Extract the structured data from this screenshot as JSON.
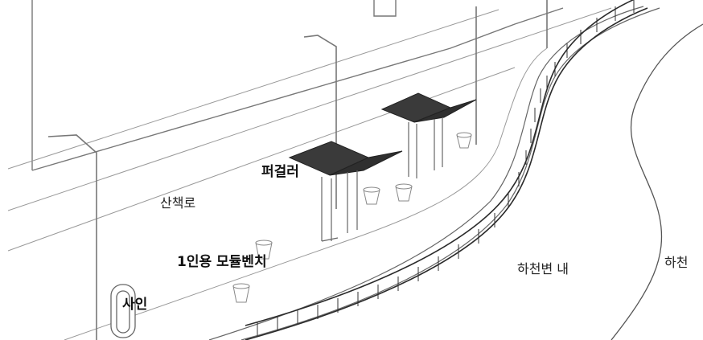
{
  "labels": {
    "pergola": "퍼걸러",
    "walking_path": "산책로",
    "single_bench": "1인용 모듈벤치",
    "sign": "사인",
    "riverside_inner": "하천변 내",
    "river": "하천"
  },
  "colors": {
    "line": "#555555",
    "light_line": "#9a9a9a",
    "canopy": "#3a3a3a",
    "fence": "#2a2a2a"
  }
}
